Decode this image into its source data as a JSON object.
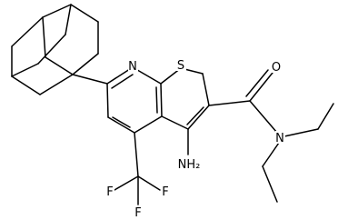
{
  "molecule": {
    "atoms": [
      {
        "id": "N",
        "label": "N"
      },
      {
        "id": "S",
        "label": "S"
      },
      {
        "id": "O",
        "label": "O"
      },
      {
        "id": "Namide",
        "label": "N"
      },
      {
        "id": "NH2",
        "label": "NH₂"
      },
      {
        "id": "F1",
        "label": "F"
      },
      {
        "id": "F2",
        "label": "F"
      },
      {
        "id": "F3",
        "label": "F"
      }
    ]
  }
}
